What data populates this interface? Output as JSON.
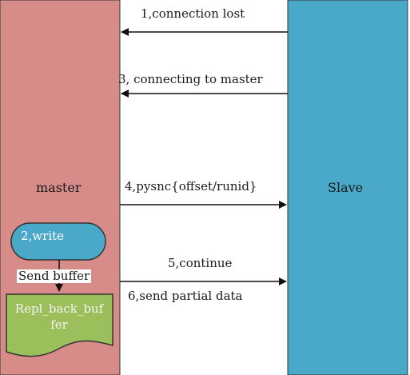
{
  "lanes": {
    "master": {
      "label": "master",
      "color": "#d88c8a"
    },
    "slave": {
      "label": "Slave",
      "color": "#4aa8c8"
    }
  },
  "messages": [
    {
      "label": "1,connection lost",
      "direction": "slave-to-master"
    },
    {
      "label": "3, connecting to master",
      "direction": "slave-to-master"
    },
    {
      "label": "4,pysnc{offset/runid}",
      "direction": "master-to-slave"
    },
    {
      "label": "5,continue",
      "direction": "master-to-slave"
    },
    {
      "label": "6,send partial data",
      "direction": "master-to-slave"
    }
  ],
  "nodes": {
    "write": {
      "label": "2,write",
      "color": "#4aa8c8"
    },
    "send_buffer": {
      "label": "Send buffer"
    },
    "repl_buffer": {
      "label": "Repl_back_buf\nfer",
      "color": "#9bbf5a"
    }
  }
}
